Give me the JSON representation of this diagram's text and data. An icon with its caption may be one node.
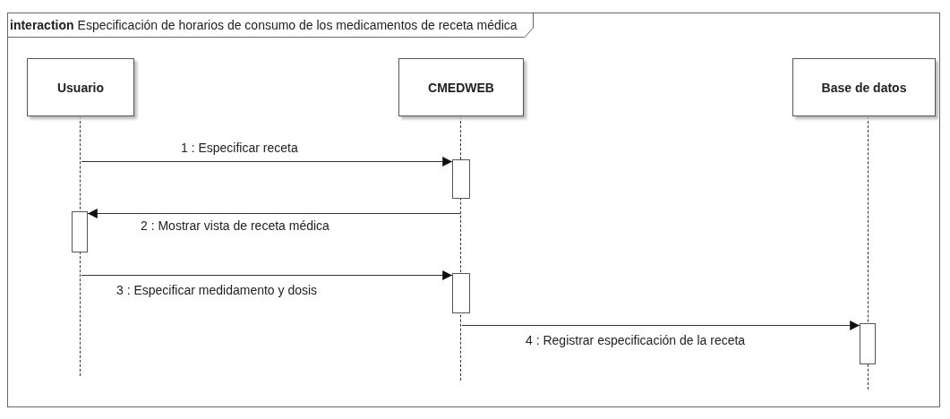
{
  "diagram": {
    "nodes": [
      {
        "text": [
          "interaction",
          "Especificación de horarios de consumo de los medicamentos de receta médica"
        ]
      },
      {
        "text": [
          "Usuario"
        ],
        "in": 0
      },
      {
        "text": [
          "CMEDWEB"
        ],
        "in": 0
      },
      {
        "text": [
          "Base de datos"
        ],
        "in": 0
      },
      {
        "text": [],
        "shape": "line",
        "in": 0
      },
      {
        "text": [],
        "shape": "line",
        "in": 0
      },
      {
        "text": [],
        "shape": "line",
        "in": 0
      },
      {
        "text": [],
        "shape": "bar",
        "in": 0
      },
      {
        "text": [],
        "shape": "bar",
        "in": 0
      },
      {
        "text": [],
        "shape": "bar",
        "in": 0
      },
      {
        "text": [],
        "shape": "bar",
        "in": 0
      }
    ],
    "edges": [
      {
        "from": 4,
        "to": 7,
        "arrow": "to",
        "label": "1 : Especificar receta"
      },
      {
        "from": 5,
        "to": 8,
        "arrow": "to",
        "label": "2 : Mostrar vista de receta médica"
      },
      {
        "from": 4,
        "to": 9,
        "arrow": "to",
        "label": "3 : Especificar medidamento y dosis"
      },
      {
        "from": 5,
        "to": 10,
        "arrow": "to",
        "label": "4 : Registrar especificación de la receta"
      }
    ]
  }
}
